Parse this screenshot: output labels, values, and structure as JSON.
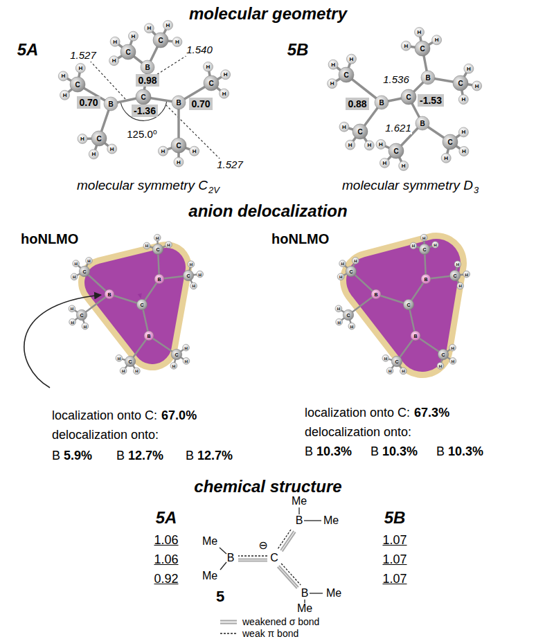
{
  "diagram": {
    "nodes": [
      {
        "text": [
          "0.98"
        ]
      },
      {
        "text": [
          "0.70"
        ]
      },
      {
        "text": [
          "-1.36"
        ]
      },
      {
        "text": [
          "0.70"
        ]
      },
      {
        "text": [
          "0.88"
        ]
      },
      {
        "text": [
          "-1.53"
        ]
      }
    ],
    "labels": [
      "molecular geometry",
      "5A",
      "1.527",
      "1.540",
      "125.0⁰",
      "1.527",
      "molecular symmetry C",
      "2V",
      "5B",
      "1.536",
      "1.621",
      "molecular symmetry D",
      "3",
      "C",
      "B",
      "B",
      "B",
      "C",
      "H",
      "H",
      "H",
      "C",
      "H",
      "H",
      "H",
      "C",
      "H",
      "H",
      "H",
      "C",
      "H",
      "H",
      "H",
      "C",
      "H",
      "H",
      "H",
      "C",
      "H",
      "H",
      "H",
      "C",
      "B",
      "B",
      "B",
      "C",
      "H",
      "H",
      "H",
      "C",
      "H",
      "H",
      "H",
      "C",
      "H",
      "H",
      "H",
      "C",
      "H",
      "H",
      "H",
      "C",
      "H",
      "H",
      "H",
      "C",
      "H",
      "H",
      "H",
      "anion delocalization",
      "hoNLMO",
      "hoNLMO",
      "C",
      "B",
      "B",
      "B",
      "C",
      "H",
      "H",
      "H",
      "C",
      "H",
      "H",
      "H",
      "C",
      "H",
      "H",
      "H",
      "C",
      "H",
      "H",
      "H",
      "C",
      "H",
      "H",
      "H",
      "C",
      "H",
      "H",
      "H",
      "C",
      "B",
      "B",
      "B",
      "C",
      "H",
      "H",
      "H",
      "C",
      "H",
      "H",
      "H",
      "C",
      "H",
      "H",
      "H",
      "C",
      "H",
      "H",
      "H",
      "C",
      "H",
      "H",
      "H",
      "C",
      "H",
      "H",
      "H",
      "localization onto C:",
      "67.0%",
      "delocalization onto:",
      "B",
      "5.9%",
      "B",
      "12.7%",
      "B",
      "12.7%",
      "localization onto C:",
      "67.3%",
      "delocalization onto:",
      "B",
      "10.3%",
      "B",
      "10.3%",
      "B",
      "10.3%",
      "chemical structure",
      "5A",
      "1.06",
      "1.06",
      "0.92",
      "5",
      "Me",
      "B",
      "Me",
      "⊖",
      "Me",
      "B",
      "C",
      "Me",
      "B",
      "Me",
      "Me",
      "5B",
      "1.07",
      "1.07",
      "1.07"
    ],
    "legend": [
      {
        "text": "weakened σ bond"
      },
      {
        "text": "weak π bond"
      }
    ]
  }
}
